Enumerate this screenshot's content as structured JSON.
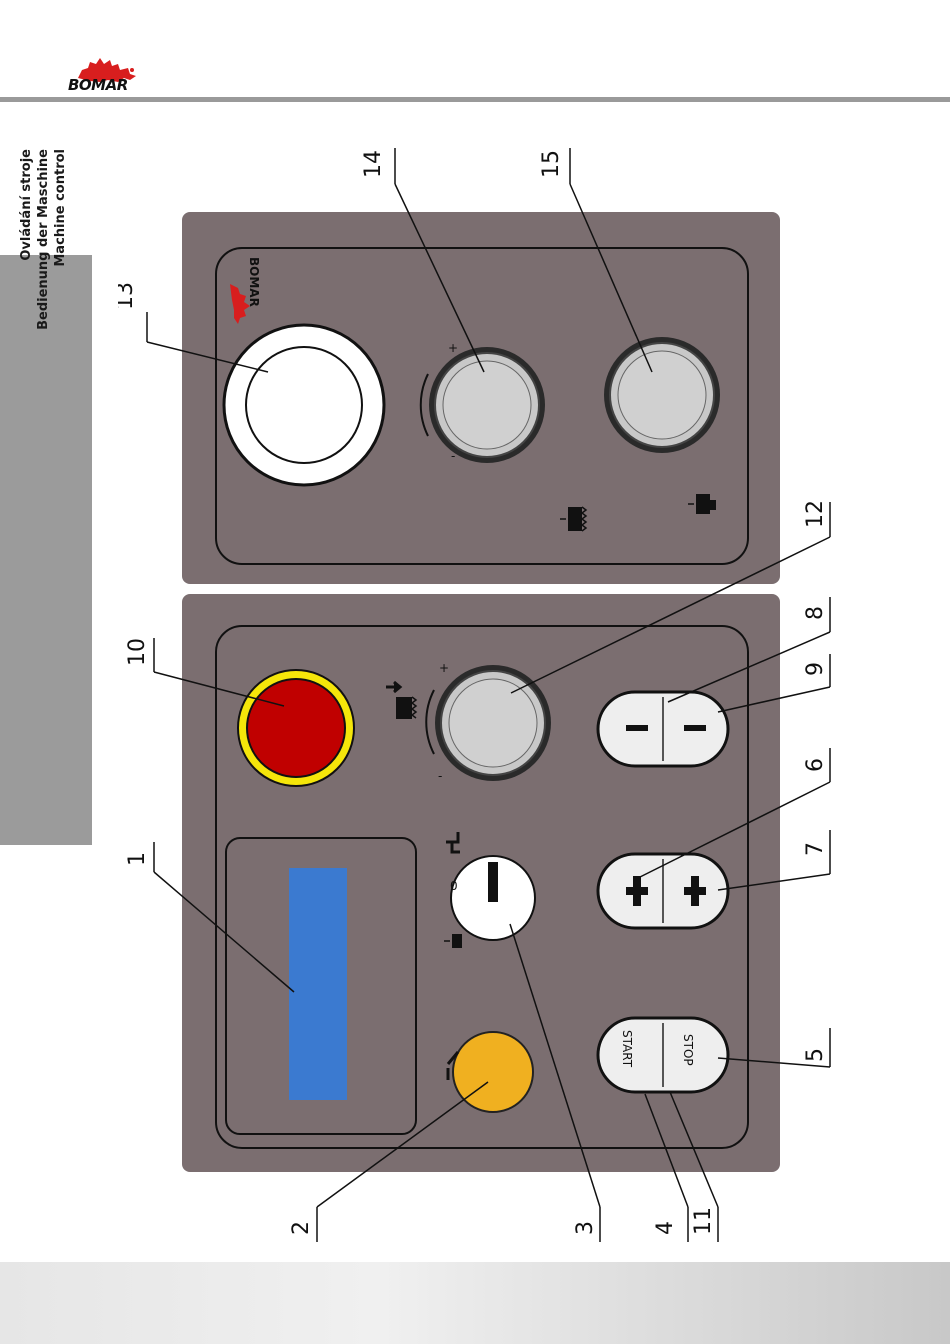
{
  "header": {
    "brand": "BOMAR",
    "colors": {
      "rule": "#9a9a9a",
      "logo_red": "#d81e1e"
    }
  },
  "side_tab": {
    "lines": [
      "Ovládání stroje",
      "Bedienung der Maschine",
      "Machine control"
    ]
  },
  "figure": {
    "panel_color": "#7b6e70",
    "display_color": "#3b7ad0",
    "emergency_color": "#c00000",
    "emergency_ring": "#f5e60a",
    "lamp_color": "#f0b020",
    "callouts": [
      "1",
      "2",
      "3",
      "4",
      "5",
      "6",
      "7",
      "8",
      "9",
      "10",
      "11",
      "12",
      "13",
      "14",
      "15"
    ],
    "button_labels": {
      "start": "START",
      "stop": "STOP"
    },
    "knob_marks": {
      "plus": "+",
      "minus": "-",
      "zero": "0"
    },
    "panel_brand": "BOMAR",
    "icons": [
      "blade-feed-icon",
      "coolant-icon",
      "hydraulic-icon",
      "clamp-icon",
      "saw-band-icon",
      "vise-icon"
    ]
  }
}
